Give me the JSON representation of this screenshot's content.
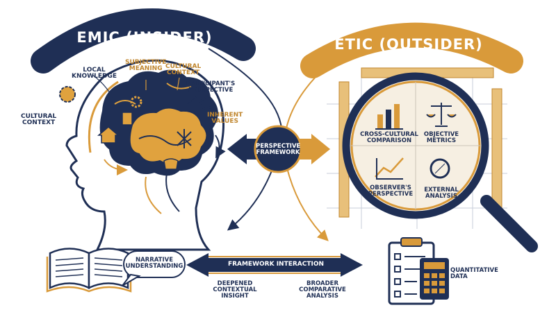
{
  "emic": {
    "title": "EMIC (INSIDER)",
    "labels": {
      "local_knowledge": "LOCAL\nKNOWLEDGE",
      "subjective_meaning": "SUBJECTIVE\nMEANING",
      "cultural_context_top": "CULTURAL\nCONTEXT",
      "participants_perspective": "PARTICIPANT'S\nPERSPECTIVE",
      "cultural_context_left": "CULTURAL\nCONTEXT",
      "inherent_values": "INHERENT\nVALUES",
      "narrative_understanding": "NARRATIVE\nUNDERSTANDING"
    }
  },
  "etic": {
    "title": "ETIC (OUTSIDER)",
    "labels": {
      "cross_cultural_comparison": "CROSS-CULTURAL\nCOMPARISON",
      "objective_metrics": "OBJECTIVE\nMETRICS",
      "observers_perspective": "OBSERVER'S\nPERSPECTIVE",
      "external_analysis": "EXTERNAL\nANALYSIS",
      "quantitative_data": "QUANTITATIVE\nDATA"
    }
  },
  "center": {
    "perspective_framework": "PERSPECTIVE\nFRAMEWORK"
  },
  "bottom": {
    "framework_interaction": "FRAMEWORK INTERACTION",
    "deepened_contextual_insight": "DEEPENED\nCONTEXTUAL\nINSIGHT",
    "broader_comparative_analysis": "BROADER\nCOMPARATIVE\nANALYSIS"
  },
  "colors": {
    "navy": "#1f2f55",
    "gold": "#d99a3a",
    "brain_gold": "#e0a23e",
    "light": "#f6efe2"
  }
}
